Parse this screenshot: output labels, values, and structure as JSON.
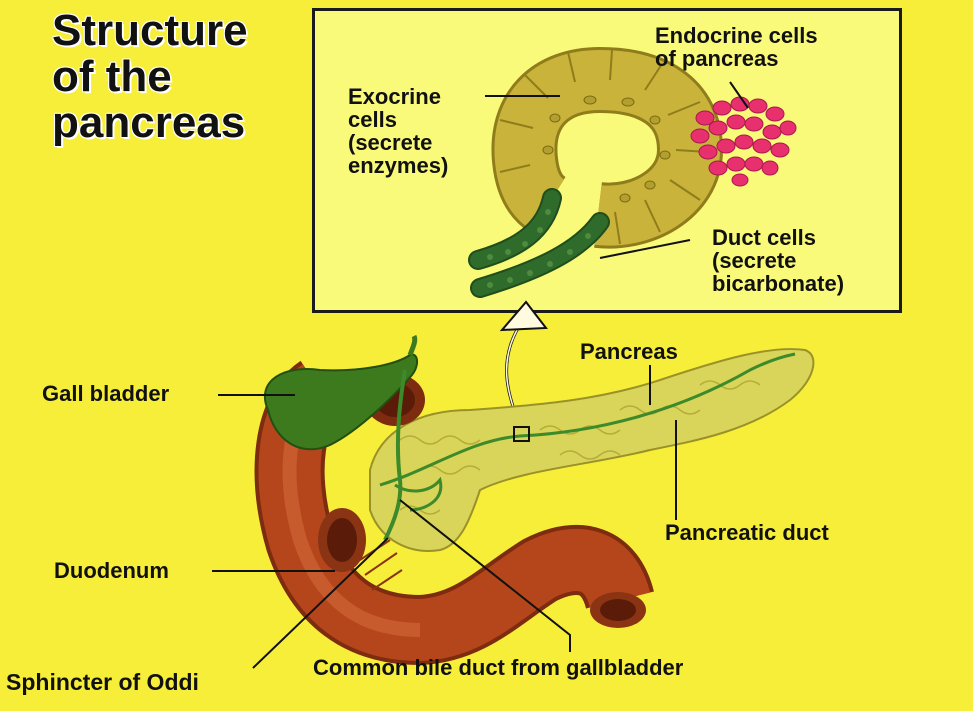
{
  "title": "Structure\nof the\npancreas",
  "inset_labels": {
    "exocrine": "Exocrine\ncells\n(secrete\nenzymes)",
    "endocrine": "Endocrine cells\nof pancreas",
    "duct_cells": "Duct cells\n(secrete\nbicarbonate)"
  },
  "organ_labels": {
    "pancreas": "Pancreas",
    "gall_bladder": "Gall bladder",
    "pancreatic_duct": "Pancreatic duct",
    "duodenum": "Duodenum",
    "sphincter": "Sphincter of Oddi",
    "common_bile_duct": "Common bile duct from gallbladder"
  },
  "colors": {
    "background": "#f7ee3a",
    "inset_background": "#fafa7a",
    "acinar_cells": "#c9b33a",
    "duct_cells": "#2f6b2a",
    "endocrine_cells": "#e8306f",
    "duodenum": "#b5461c",
    "gall_bladder": "#3d7a1e",
    "pancreas": "#d9d45a"
  }
}
